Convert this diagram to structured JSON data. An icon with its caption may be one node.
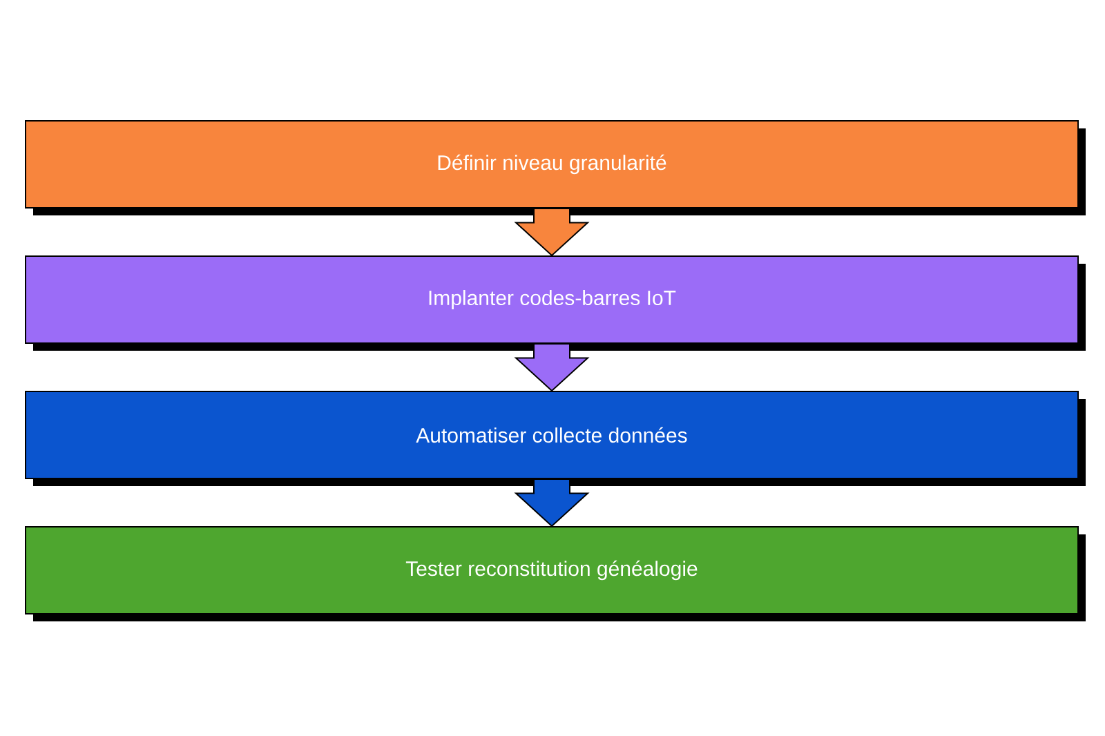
{
  "diagram": {
    "nodes": [
      {
        "text": [
          "Définir niveau granularité"
        ]
      },
      {
        "text": [
          "Implanter codes-barres IoT"
        ]
      },
      {
        "text": [
          "Automatiser collecte données"
        ]
      },
      {
        "text": [
          "Tester reconstitution généalogie"
        ]
      }
    ],
    "edges": [
      {
        "from": 0,
        "to": 1,
        "arrow": "to",
        "color": "#f8853d"
      },
      {
        "from": 1,
        "to": 2,
        "arrow": "to",
        "color": "#9b6cf7"
      },
      {
        "from": 2,
        "to": 3,
        "arrow": "to",
        "color": "#0b55cf"
      }
    ]
  }
}
